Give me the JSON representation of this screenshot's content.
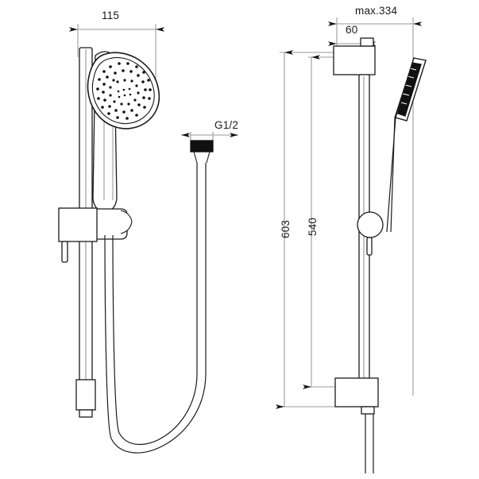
{
  "drawing": {
    "type": "technical-dimension-drawing",
    "subject": "shower rail kit with hand shower and hose",
    "units": "mm",
    "background_color": "#ffffff",
    "line_color": "#1a1a1a",
    "dimension_line_color": "#9a9a9a",
    "arrow_color": "#111111",
    "views": [
      {
        "name": "front-elevation",
        "position": "left"
      },
      {
        "name": "side-elevation",
        "position": "right"
      }
    ]
  },
  "dimensions": {
    "front_width": "115",
    "hose_thread": "G1/2",
    "side_max_projection": "max.334",
    "side_bracket_offset": "60",
    "overall_height": "603",
    "rail_height": "540"
  },
  "parts": {
    "shower_head": "hand-shower-head",
    "handle": "hand-shower-handle",
    "rail": "slide-rail",
    "slider": "rail-slider-bracket",
    "hose": "flexible-shower-hose",
    "connector": "hose-connector-nut",
    "top_bracket": "rail-top-wall-bracket",
    "bottom_bracket": "rail-bottom-wall-bracket"
  }
}
